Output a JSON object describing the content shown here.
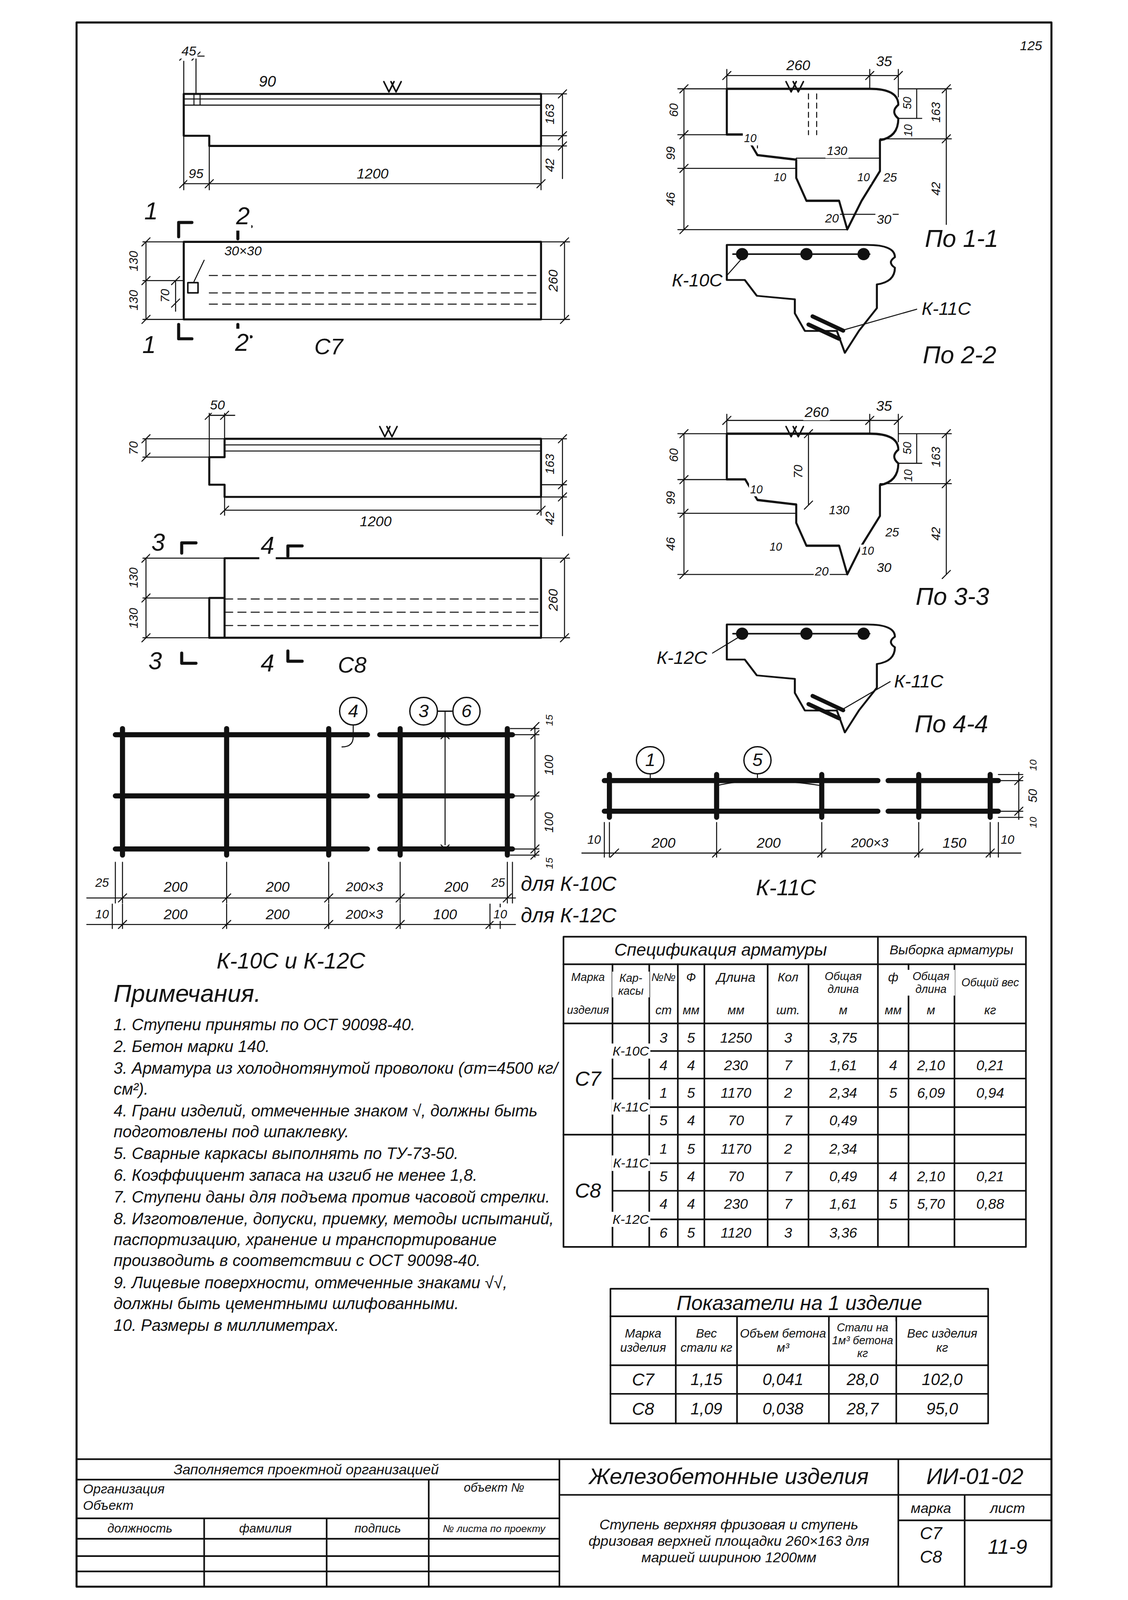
{
  "diagram": {
    "title": "Железобетонные изделия",
    "nodes": [
      {
        "text": [
          "4"
        ]
      },
      {
        "text": [
          "3"
        ]
      },
      {
        "text": [
          "6"
        ]
      },
      {
        "text": [
          "1"
        ]
      },
      {
        "text": [
          "5"
        ]
      }
    ],
    "edges": [
      {
        "from": 1,
        "to": 2,
        "arrow": "none"
      }
    ],
    "labels": [
      "125",
      "45",
      "90",
      "163",
      "42",
      "95",
      "1200",
      "1",
      "2",
      "30×30",
      "130",
      "130",
      "70",
      "260",
      "1",
      "2",
      "С7",
      "260",
      "35",
      "60",
      "50",
      "163",
      "10",
      "130",
      "10",
      "10",
      "10",
      "25",
      "99",
      "46",
      "42",
      "20",
      "30",
      "По 1-1",
      "К-10С",
      "К-11С",
      "По 2-2",
      "50",
      "70",
      "163",
      "42",
      "1200",
      "3",
      "4",
      "130",
      "130",
      "260",
      "3",
      "4",
      "С8",
      "260",
      "35",
      "60",
      "70",
      "50",
      "163",
      "10",
      "10",
      "99",
      "130",
      "10",
      "10",
      "25",
      "46",
      "42",
      "20",
      "30",
      "По 3-3",
      "К-12С",
      "К-11С",
      "По 4-4",
      "15",
      "100",
      "100",
      "15",
      "25",
      "200",
      "200",
      "200×3",
      "200",
      "25",
      "для К-10С",
      "10",
      "200",
      "200",
      "200×3",
      "100",
      "10",
      "для К-12С",
      "К-10С и К-12С",
      "10",
      "50",
      "10",
      "10",
      "200",
      "200",
      "200×3",
      "150",
      "10",
      "К-11С",
      "Примечания.",
      "1. Ступени приняты по ОСТ 90098-40.",
      "2. Бетон марки 140.",
      "3. Арматура из холоднотянутой проволоки (σт=4500 кг/см²).",
      "4. Грани изделий, отмеченные знаком √, должны быть подготовлены под шпаклевку.",
      "5. Сварные каркасы выполнять по ТУ-73-50.",
      "6. Коэффициент запаса на изгиб не менее 1,8.",
      "7. Ступени даны для подъема против часовой стрелки.",
      "8. Изготовление, допуски, приемку, методы испытаний, паспортизацию, хранение и транспортирование производить в соответствии с ОСТ 90098-40.",
      "9. Лицевые поверхности, отмеченные знаками √√, должны быть цементными шлифованными.",
      "10. Размеры в миллиметрах.",
      "Спецификация арматуры",
      "Выборка арматуры",
      "Марка",
      "изделия",
      "Кар- касы",
      "№№",
      "ст",
      "Ф",
      "мм",
      "Длина",
      "мм",
      "Кол",
      "шт.",
      "Общая длина",
      "м",
      "ф",
      "мм",
      "Общая длина",
      "м",
      "Общий вес",
      "кг",
      "С7",
      "К-10С",
      "3",
      "5",
      "1250",
      "3",
      "3,75",
      "4",
      "4",
      "230",
      "7",
      "1,61",
      "4",
      "2,10",
      "0,21",
      "К-11С",
      "1",
      "5",
      "1170",
      "2",
      "2,34",
      "5",
      "6,09",
      "0,94",
      "5",
      "4",
      "70",
      "7",
      "0,49",
      "С8",
      "К-11С",
      "1",
      "5",
      "1170",
      "2",
      "2,34",
      "5",
      "4",
      "70",
      "7",
      "0,49",
      "4",
      "2,10",
      "0,21",
      "К-12С",
      "4",
      "4",
      "230",
      "7",
      "1,61",
      "5",
      "5,70",
      "0,88",
      "6",
      "5",
      "1120",
      "3",
      "3,36",
      "Показатели на 1 изделие",
      "Марка изделия",
      "Вес стали кг",
      "Объем бетона м³",
      "Стали на 1м³ бетона кг",
      "Вес изделия кг",
      "С7",
      "1,15",
      "0,041",
      "28,0",
      "102,0",
      "С8",
      "1,09",
      "0,038",
      "28,7",
      "95,0",
      "Заполняется проектной организацией",
      "Организация",
      "Объект",
      "объект №",
      "должность",
      "фамилия",
      "подпись",
      "№ листа по проекту",
      "ИИ-01-02",
      "Ступень верхняя фризовая и ступень фризовая верхней площадки 260×163 для маршей шириною 1200мм",
      "марка",
      "лист",
      "С7",
      "С8",
      "11-9"
    ]
  }
}
